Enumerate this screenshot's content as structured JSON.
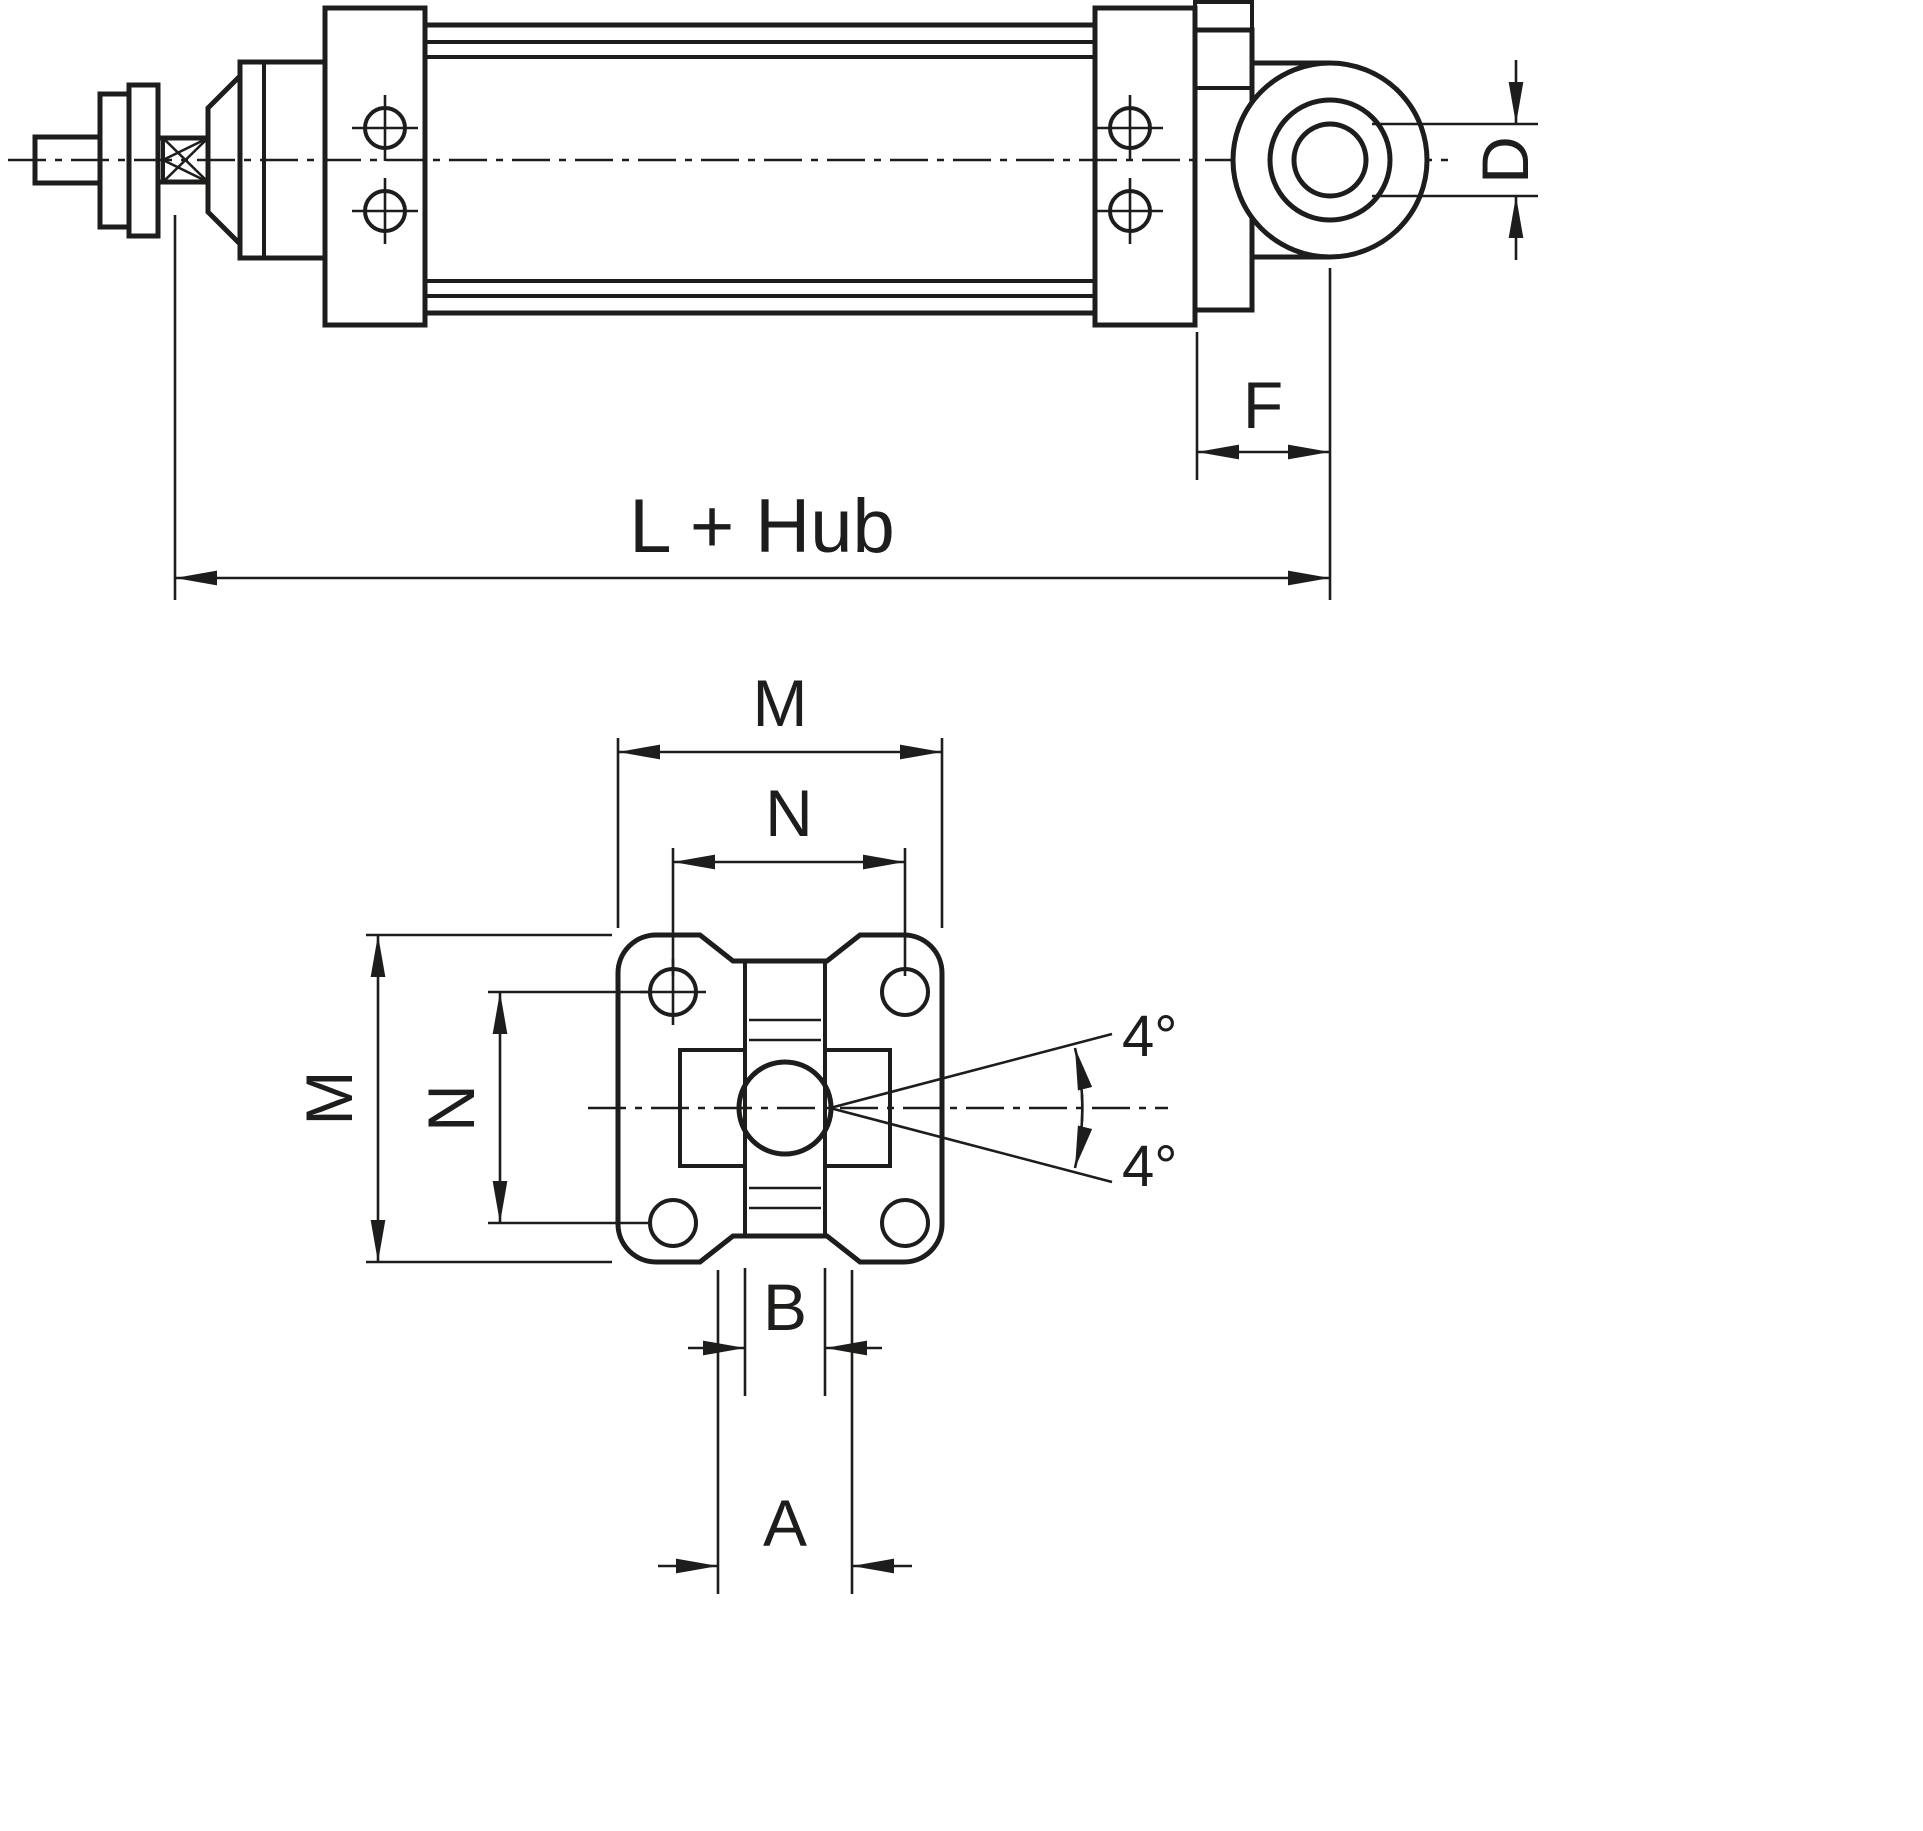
{
  "colors": {
    "line": "#1d1d1b",
    "background": "#ffffff"
  },
  "side_view": {
    "label_d": "D",
    "label_f": "F",
    "label_length": "L + Hub"
  },
  "front_view": {
    "label_m_top": "M",
    "label_n_top": "N",
    "label_m_left": "M",
    "label_n_left": "N",
    "label_b": "B",
    "label_a": "A",
    "label_angle_upper": "4°",
    "label_angle_lower": "4°"
  }
}
